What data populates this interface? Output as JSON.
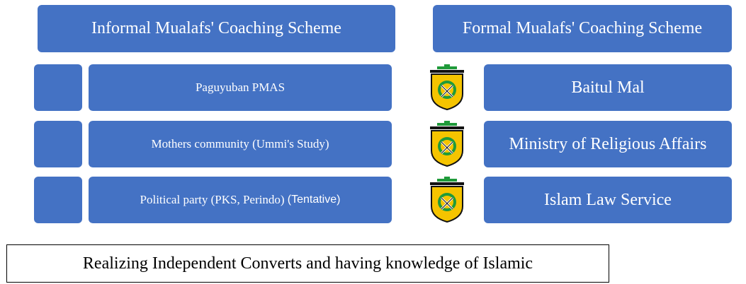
{
  "informal": {
    "header": "Informal Mualafs' Coaching Scheme",
    "items": [
      {
        "text": "Paguyuban PMAS",
        "note": ""
      },
      {
        "text": "Mothers community (Ummi's Study)",
        "note": ""
      },
      {
        "text": "Political party (PKS, Perindo) ",
        "note": "(Tentative)"
      }
    ]
  },
  "formal": {
    "header": "Formal Mualafs' Coaching Scheme",
    "items": [
      {
        "text": "Baitul Mal",
        "icon": "provincial-emblem-icon"
      },
      {
        "text": "Ministry of Religious Affairs",
        "icon": "provincial-emblem-icon"
      },
      {
        "text": "Islam Law Service",
        "icon": "provincial-emblem-icon"
      }
    ]
  },
  "result": {
    "text": "Realizing Independent Converts and having knowledge of Islamic"
  },
  "colors": {
    "box": "#4472c4",
    "box_text": "#ffffff",
    "emblem_gold": "#f5c400",
    "emblem_green": "#1f9a3a"
  }
}
